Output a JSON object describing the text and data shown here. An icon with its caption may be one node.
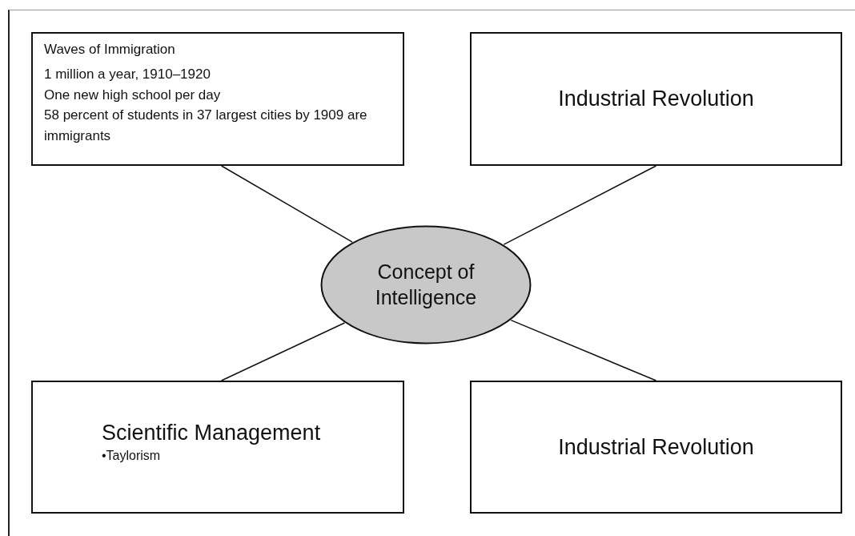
{
  "diagram": {
    "nodes": [
      {
        "text": [
          "Waves of Immigration",
          "1 million a year, 1910–1920",
          "One new high school per day",
          "58 percent of students in 37 largest cities by 1909 are immigrants"
        ]
      },
      {
        "text": [
          "Industrial Revolution"
        ]
      },
      {
        "text": [
          "Concept of Intelligence"
        ]
      },
      {
        "text": [
          "Scientific Management",
          "•Taylorism"
        ]
      },
      {
        "text": [
          "Industrial Revolution"
        ]
      }
    ],
    "edges": [
      {
        "from": 2,
        "to": 0,
        "arrow": "none"
      },
      {
        "from": 2,
        "to": 1,
        "arrow": "none"
      },
      {
        "from": 2,
        "to": 3,
        "arrow": "none"
      },
      {
        "from": 2,
        "to": 4,
        "arrow": "none"
      }
    ]
  }
}
